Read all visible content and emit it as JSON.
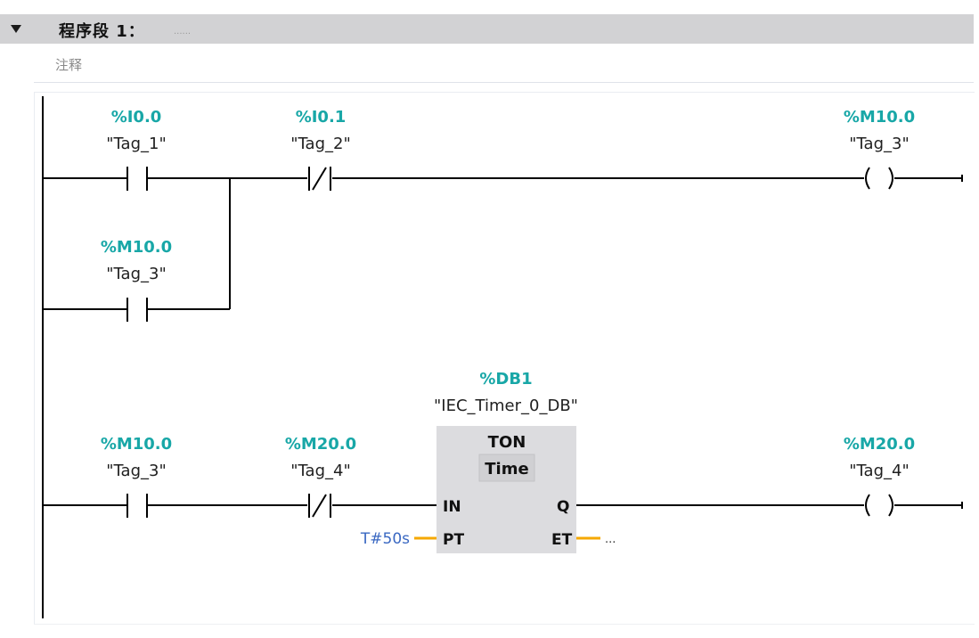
{
  "network": {
    "title": "程序段 1：",
    "title_placeholder": "......",
    "comment": "注释"
  },
  "rung1": {
    "contact_no_1": {
      "address": "%I0.0",
      "tag": "\"Tag_1\""
    },
    "contact_nc_1": {
      "address": "%I0.1",
      "tag": "\"Tag_2\""
    },
    "coil_1": {
      "address": "%M10.0",
      "tag": "\"Tag_3\""
    },
    "contact_branch": {
      "address": "%M10.0",
      "tag": "\"Tag_3\""
    }
  },
  "rung2": {
    "contact_no_2": {
      "address": "%M10.0",
      "tag": "\"Tag_3\""
    },
    "contact_nc_2": {
      "address": "%M20.0",
      "tag": "\"Tag_4\""
    },
    "timer": {
      "db_address": "%DB1",
      "db_name": "\"IEC_Timer_0_DB\"",
      "type": "TON",
      "subtype": "Time",
      "pin_in": "IN",
      "pin_pt": "PT",
      "pin_q": "Q",
      "pin_et": "ET",
      "pt_value": "T#50s",
      "et_value": "..."
    },
    "coil_2": {
      "address": "%M20.0",
      "tag": "\"Tag_4\""
    }
  },
  "colors": {
    "address": "#18a7a7",
    "param": "#3a68c2",
    "param_line": "#f5a800",
    "header": "#d2d2d4",
    "box": "#dcdcdf"
  }
}
